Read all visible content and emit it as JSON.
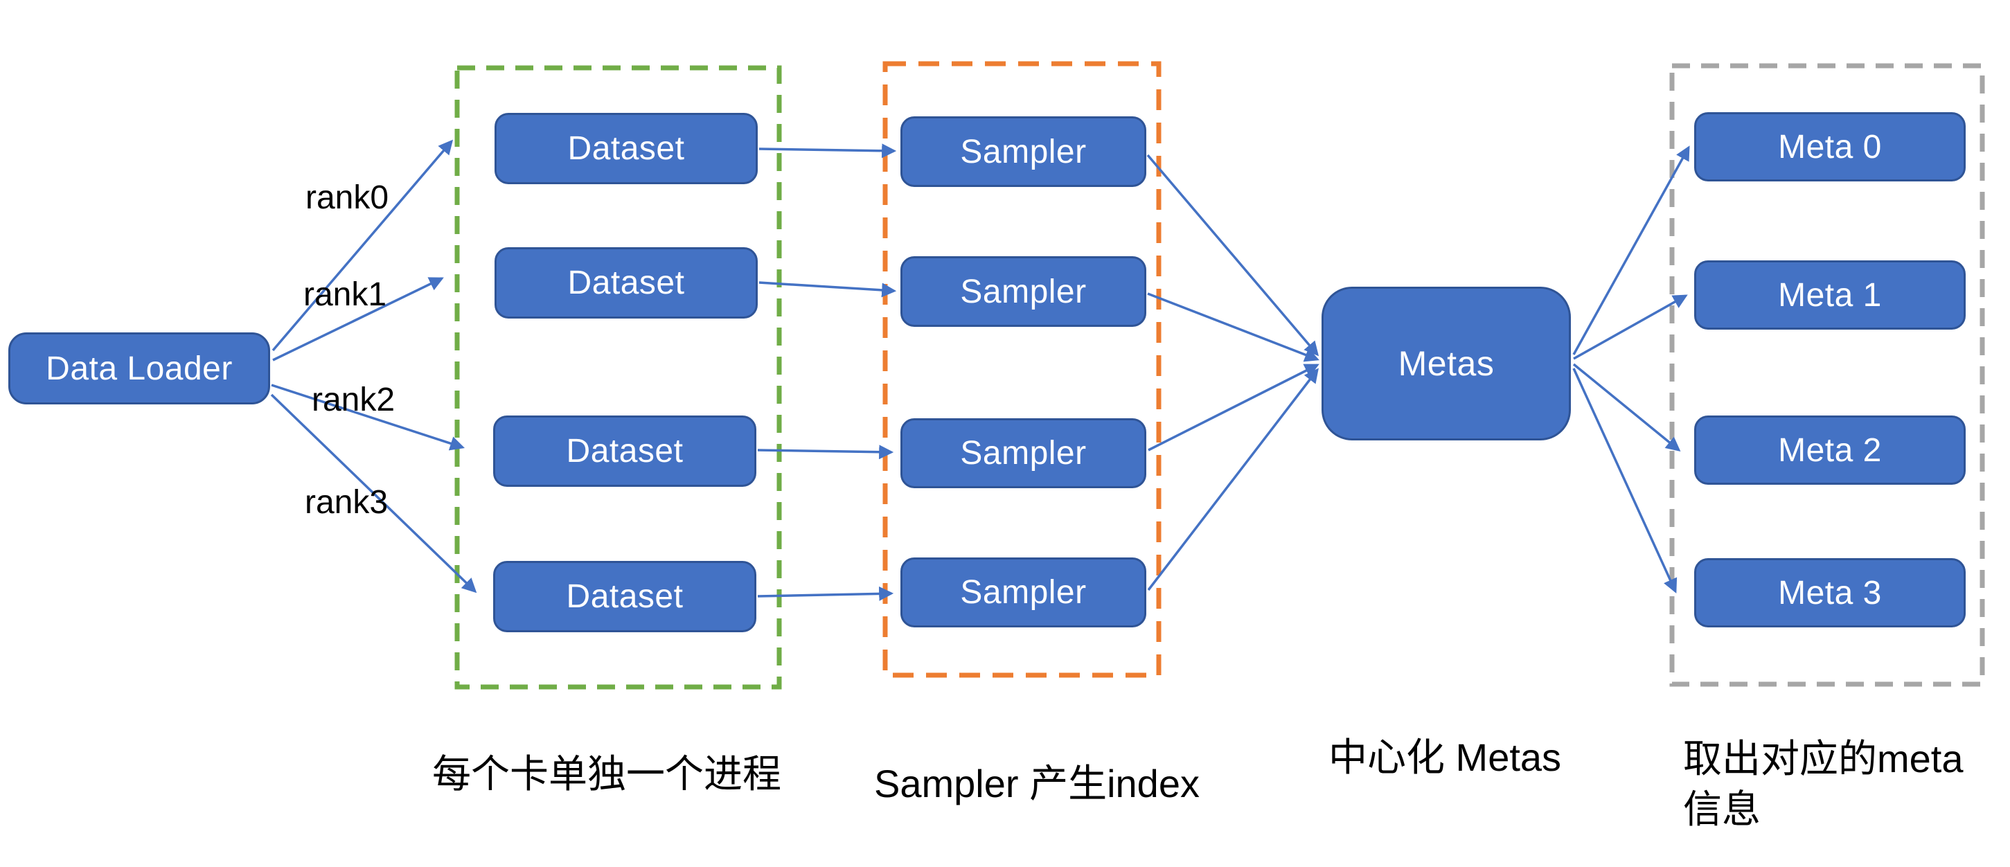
{
  "colors": {
    "node_fill": "#4472C4",
    "node_border": "#2F5496",
    "node_text": "#FFFFFF",
    "arrow": "#4472C4",
    "dataset_group_border": "#70AD47",
    "sampler_group_border": "#ED7D31",
    "meta_group_border": "#A6A6A6",
    "label_text": "#000000",
    "background": "#FFFFFF"
  },
  "nodes": {
    "data_loader": "Data Loader",
    "datasets": [
      "Dataset",
      "Dataset",
      "Dataset",
      "Dataset"
    ],
    "samplers": [
      "Sampler",
      "Sampler",
      "Sampler",
      "Sampler"
    ],
    "metas_hub": "Metas",
    "meta_outputs": [
      "Meta 0",
      "Meta 1",
      "Meta 2",
      "Meta 3"
    ]
  },
  "rank_labels": [
    "rank0",
    "rank1",
    "rank2",
    "rank3"
  ],
  "captions": {
    "dataset_group": "每个卡单独一个进程",
    "sampler_group": "Sampler 产生index",
    "metas_hub": "中心化 Metas",
    "meta_group": [
      "取出对应的meta",
      "信息"
    ]
  }
}
